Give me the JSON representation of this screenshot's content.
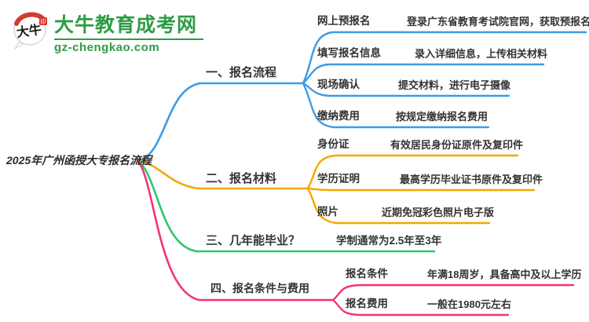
{
  "logo": {
    "icon_text": "大牛",
    "seal_text": "印",
    "title": "大牛教育成考网",
    "subtitle": "gz-chengkao.com"
  },
  "root": {
    "title": "2025年广州函授大专报名流程"
  },
  "branches": [
    {
      "label": "一、报名流程",
      "color": "#3a9ce8",
      "items": [
        {
          "label": "网上预报名",
          "desc": "登录广东省教育考试院官网，获取预报名号"
        },
        {
          "label": "填写报名信息",
          "desc": "录入详细信息，上传相关材料"
        },
        {
          "label": "现场确认",
          "desc": "提交材料，进行电子摄像"
        },
        {
          "label": "缴纳费用",
          "desc": "按规定缴纳报名费用"
        }
      ]
    },
    {
      "label": "二、报名材料",
      "color": "#f5a700",
      "items": [
        {
          "label": "身份证",
          "desc": "有效居民身份证原件及复印件"
        },
        {
          "label": "学历证明",
          "desc": "最高学历毕业证书原件及复印件"
        },
        {
          "label": "照片",
          "desc": "近期免冠彩色照片电子版"
        }
      ]
    },
    {
      "label": "三、几年能毕业？",
      "color": "#2ec76e",
      "desc": "学制通常为2.5年至3年",
      "items": []
    },
    {
      "label": "四、报名条件与费用",
      "color": "#f5317f",
      "items": [
        {
          "label": "报名条件",
          "desc": "年满18周岁，具备高中及以上学历"
        },
        {
          "label": "报名费用",
          "desc": "一般在1980元左右"
        }
      ]
    }
  ],
  "colors": {
    "brand_green": "#2e9c45",
    "seal_red": "#d43a2f",
    "branch_blue": "#3a9ce8",
    "branch_orange": "#f5a700",
    "branch_green": "#2ec76e",
    "branch_pink": "#f5317f",
    "text": "#333333"
  }
}
